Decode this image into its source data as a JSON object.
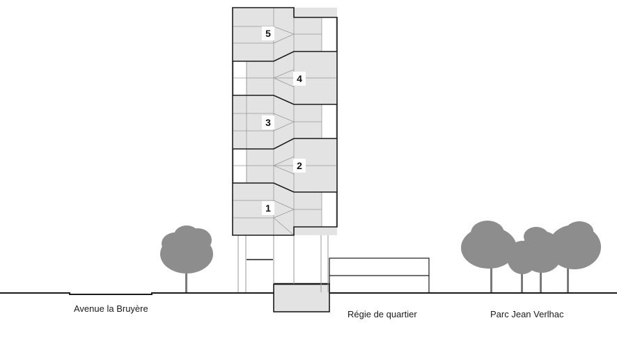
{
  "units": [
    {
      "number": "5"
    },
    {
      "number": "4"
    },
    {
      "number": "3"
    },
    {
      "number": "2"
    },
    {
      "number": "1"
    }
  ],
  "labels": {
    "left": "Avenue la Bruyère",
    "center": "Régie de quartier",
    "right": "Parc Jean Verlhac"
  },
  "colors": {
    "unit_fill": "#e3e3e3",
    "line": "#1a1a1a",
    "tree": "#8d8d8d"
  }
}
